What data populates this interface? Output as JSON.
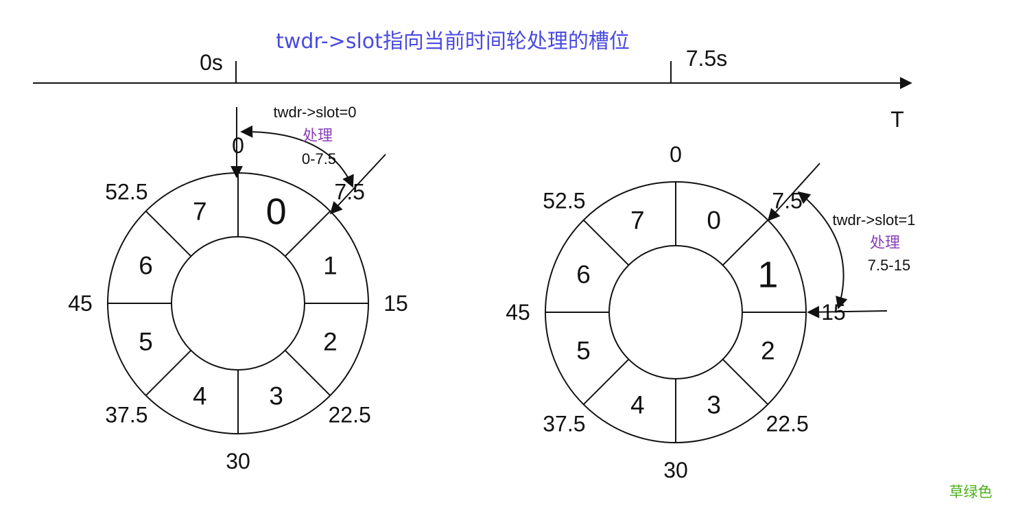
{
  "title": "twdr->slot指向当前时间轮处理的槽位",
  "timeline": {
    "start_label": "0s",
    "mid_label": "7.5s",
    "axis_label": "T"
  },
  "wheels": [
    {
      "active_slot": 0,
      "slot_numbers": [
        "0",
        "1",
        "2",
        "3",
        "4",
        "5",
        "6",
        "7"
      ],
      "boundary_labels": [
        "0",
        "7.5",
        "15",
        "22.5",
        "30",
        "37.5",
        "45",
        "52.5"
      ],
      "annotation": {
        "line1": "twdr->slot=0",
        "line2": "处理",
        "line3": "0-7.5"
      }
    },
    {
      "active_slot": 1,
      "slot_numbers": [
        "0",
        "1",
        "2",
        "3",
        "4",
        "5",
        "6",
        "7"
      ],
      "boundary_labels": [
        "0",
        "7.5",
        "15",
        "22.5",
        "30",
        "37.5",
        "45",
        "52.5"
      ],
      "annotation": {
        "line1": "twdr->slot=1",
        "line2": "处理",
        "line3": "7.5-15"
      }
    }
  ],
  "footer_note": "草绿色",
  "colors": {
    "title": "#4a4ae0",
    "slot_number": "#2ecc7a",
    "active_slot": "#5050e0",
    "annotation": "#8a3fb8",
    "footer_note": "#4caf1a",
    "stroke": "#111111"
  }
}
